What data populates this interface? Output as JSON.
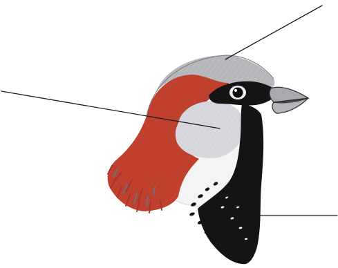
{
  "figure": {
    "subject": "sparrow-head",
    "leader_lines": [
      {
        "id": "crown"
      },
      {
        "id": "cheek"
      },
      {
        "id": "throat-bib"
      }
    ],
    "labels": []
  },
  "colors": {
    "crown_gray": "#b9b9bd",
    "chestnut": "#c2402e",
    "cheek_gray": "#d6d8de",
    "black": "#141414",
    "beak_gray": "#a8aaae",
    "eye_white": "#eef2f6"
  }
}
